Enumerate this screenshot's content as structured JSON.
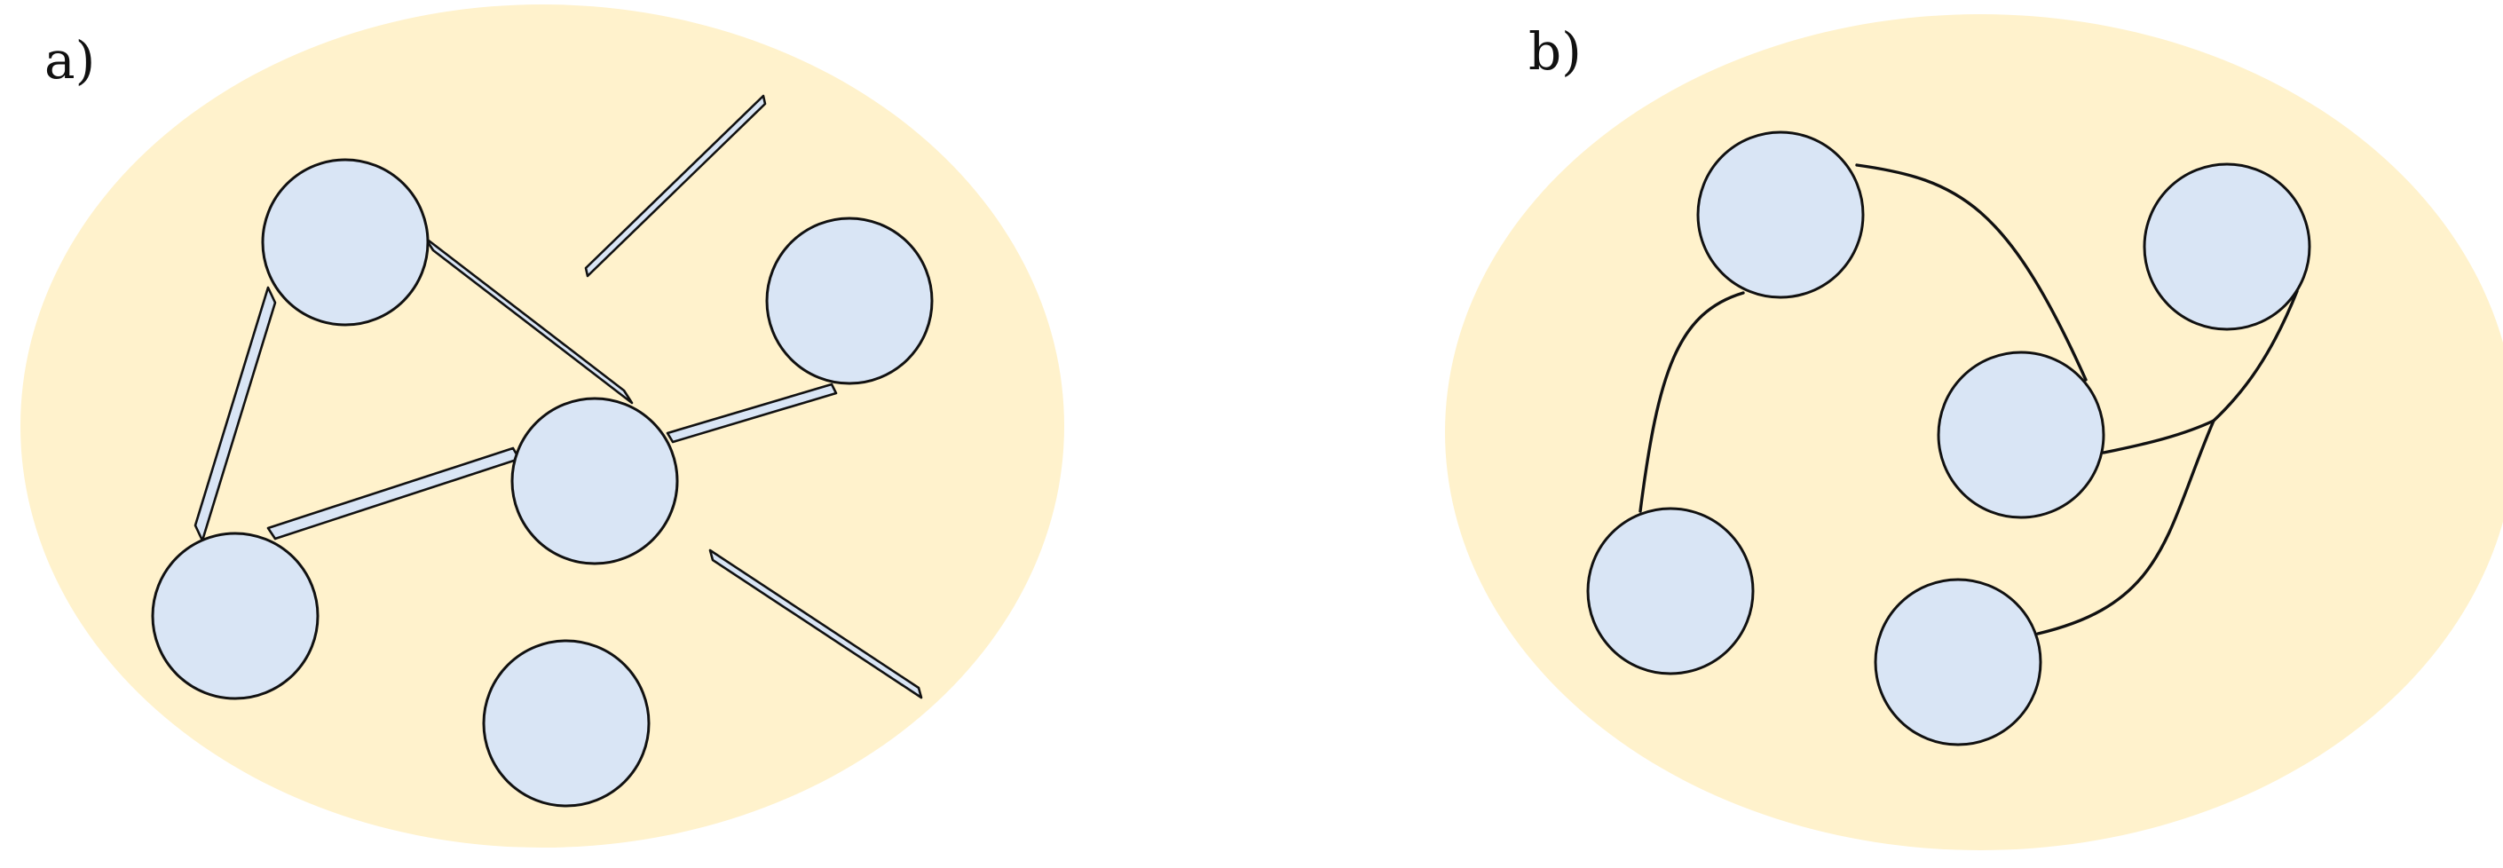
{
  "panels": [
    {
      "id": "a",
      "label": "a)"
    },
    {
      "id": "b",
      "label": "b)"
    }
  ],
  "colors": {
    "background": "#ffffff",
    "region_fill": "#fff2cc",
    "node_fill": "#d9e5f5",
    "outline": "#111111"
  }
}
